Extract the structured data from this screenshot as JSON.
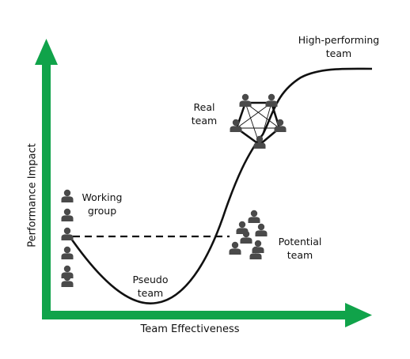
{
  "axes": {
    "y_label": "Performance Impact",
    "x_label": "Team Effectiveness",
    "color": "#10a34a"
  },
  "stages": {
    "working_group": {
      "line1": "Working",
      "line2": "group",
      "person_count": 6
    },
    "pseudo_team": {
      "line1": "Pseudo",
      "line2": "team"
    },
    "potential_team": {
      "line1": "Potential",
      "line2": "team",
      "person_count": 7
    },
    "real_team": {
      "line1": "Real",
      "line2": "team",
      "person_count": 5
    },
    "high_performing_team": {
      "line1": "High-performing",
      "line2": "team"
    }
  },
  "colors": {
    "curve": "#111111",
    "person": "#4a4a4a"
  },
  "icons": [
    "person-icon",
    "arrowhead-icon"
  ]
}
